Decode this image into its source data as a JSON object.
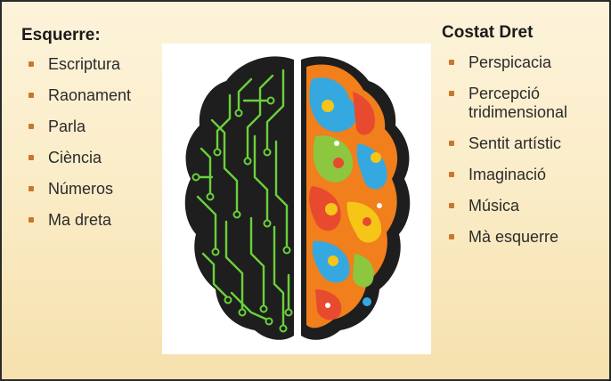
{
  "left": {
    "title": "Esquerre:",
    "items": [
      "Escriptura",
      "Raonament",
      "Parla",
      "Ciència",
      "Números",
      "Ma dreta"
    ]
  },
  "right": {
    "title": "Costat Dret",
    "items": [
      "Perspicacia",
      "Percepció tridimensional",
      "Sentit artístic",
      "Imaginació",
      "Música",
      "Mà esquerre"
    ]
  },
  "colors": {
    "bullet": "#c9772d",
    "circuit": "#6ad13a",
    "brain_dark": "#1e1e1e"
  },
  "icons": {
    "image": "brain-illustration",
    "left_hemisphere": "circuit-board-hemisphere",
    "right_hemisphere": "colorful-swirls-hemisphere"
  }
}
